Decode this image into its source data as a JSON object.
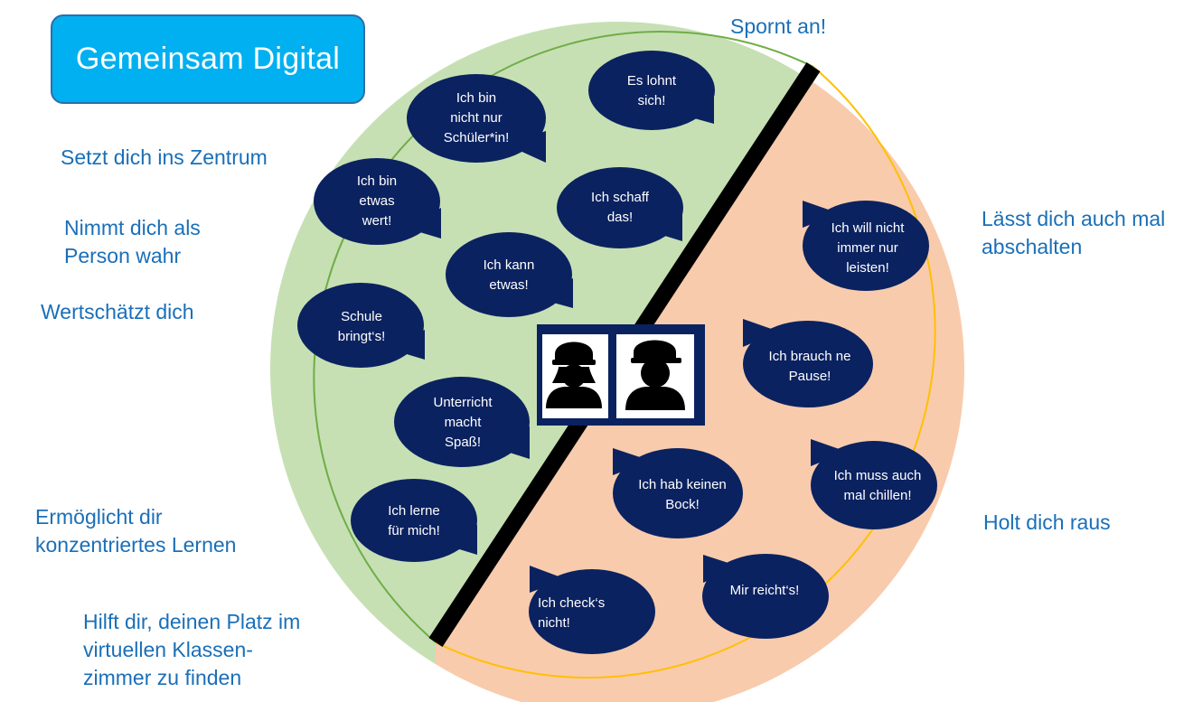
{
  "title": "Gemeinsam Digital",
  "colors": {
    "green_fill": "#c6e0b4",
    "green_stroke": "#70ad47",
    "peach_fill": "#f8cbad",
    "peach_stroke": "#ffc000",
    "bubble": "#0b2260",
    "label_text": "#1a6fb8",
    "title_fill": "#00b0f0"
  },
  "labels": {
    "top": "Spornt an!",
    "left": [
      "Setzt dich ins Zentrum",
      "Nimmt dich als\nPerson wahr",
      "Wertschätzt dich",
      "Ermöglicht dir\nkonzentriertes Lernen",
      "Hilft dir, deinen Platz im\nvirtuellen Klassen-\nzimmer zu finden"
    ],
    "right": [
      "Lässt dich auch mal\nabschalten",
      "Holt dich raus"
    ]
  },
  "bubbles_positive": [
    "Ich bin\nnicht nur\nSchüler*in!",
    "Es lohnt\nsich!",
    "Ich bin\netwas\nwert!",
    "Ich schaff\ndas!",
    "Ich kann\netwas!",
    "Schule\nbringt‘s!",
    "Unterricht\nmacht\nSpaß!",
    "Ich lerne\nfür mich!"
  ],
  "bubbles_negative": [
    "Ich will nicht\nimmer nur\nleisten!",
    "Ich brauch ne\nPause!",
    "Ich hab keinen\nBock!",
    "Ich muss auch\nmal chillen!",
    "Mir reicht‘s!",
    "Ich check‘s\nnicht!"
  ],
  "icons": [
    "student-female-icon",
    "student-male-icon"
  ]
}
